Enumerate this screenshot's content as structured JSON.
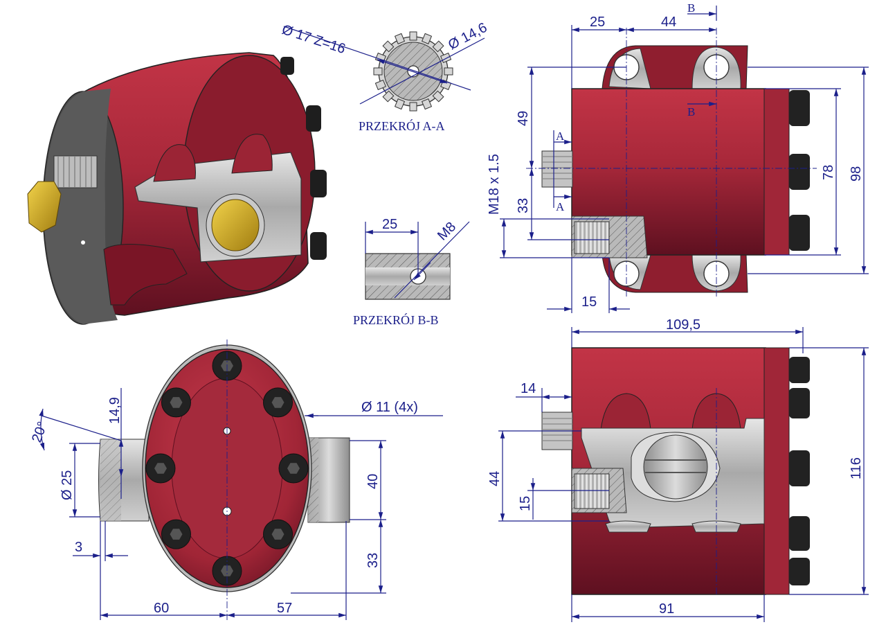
{
  "sections": {
    "aa": "PRZEKRÓJ A-A",
    "bb": "PRZEKRÓJ B-B"
  },
  "spline": {
    "outer": "Ø 17 Z=16",
    "inner": "Ø 14,6"
  },
  "section_bb": {
    "dim_25": "25",
    "thread": "M8"
  },
  "side_view": {
    "dim_25": "25",
    "dim_44": "44",
    "section_b": "B",
    "section_a": "A",
    "dim_49": "49",
    "thread": "M18 x 1.5",
    "dim_33": "33",
    "dim_78": "78",
    "dim_98": "98",
    "dim_15": "15"
  },
  "front_view": {
    "angle": "20°",
    "dim_14_9": "14,9",
    "dia_25": "Ø 25",
    "holes": "Ø 11 (4x)",
    "dim_40": "40",
    "dim_33": "33",
    "dim_3": "3",
    "dim_60": "60",
    "dim_57": "57"
  },
  "top_view": {
    "dim_109_5": "109,5",
    "dim_14": "14",
    "dim_44": "44",
    "dim_15": "15",
    "dim_116": "116",
    "dim_91": "91"
  },
  "colors": {
    "body_red": "#a8283a",
    "body_dark": "#6e1422",
    "metal": "#b8b8b8",
    "brass": "#d9b21c",
    "dimension": "#1b1f8a"
  }
}
